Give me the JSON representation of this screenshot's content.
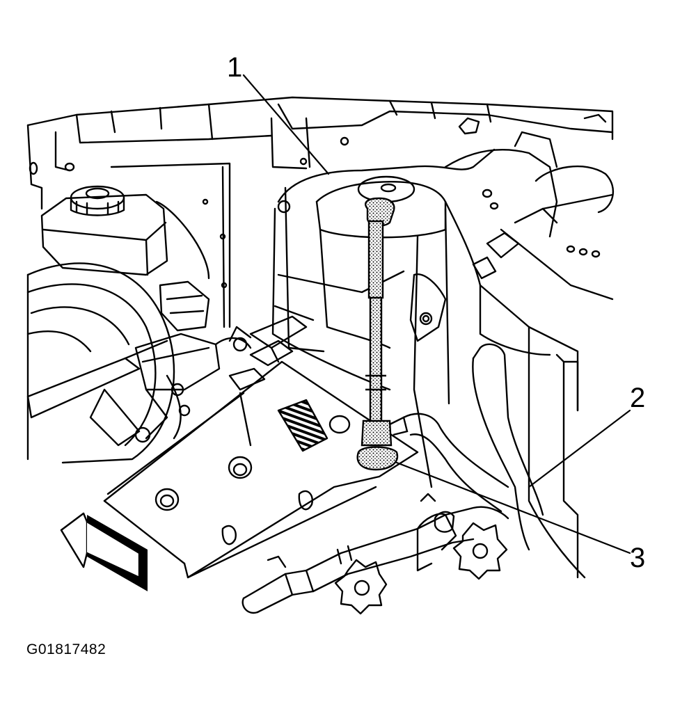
{
  "callouts": [
    {
      "label": "1"
    },
    {
      "label": "2"
    },
    {
      "label": "3"
    }
  ],
  "figure_id": "G01817482",
  "colors": {
    "ink": "#000000",
    "paper": "#ffffff",
    "hatch": "#555555"
  }
}
